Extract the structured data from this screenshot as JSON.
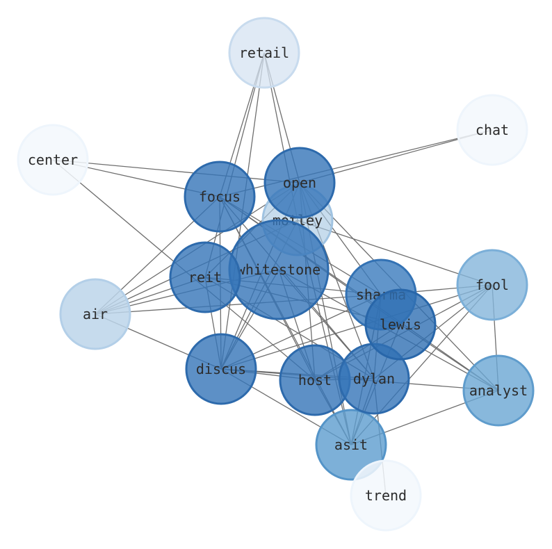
{
  "graph": {
    "nodes": [
      {
        "id": "retail",
        "label": "retail",
        "fill": "#d6e3f1",
        "stroke": "#c8dbee",
        "opacity": 0.75
      },
      {
        "id": "chat",
        "label": "chat",
        "fill": "#f3f8fd",
        "stroke": "#eef5fc",
        "opacity": 0.85
      },
      {
        "id": "center",
        "label": "center",
        "fill": "#f3f8fd",
        "stroke": "#eef5fc",
        "opacity": 0.85
      },
      {
        "id": "open",
        "label": "open",
        "fill": "#3474b8",
        "stroke": "#2d6aac",
        "opacity": 0.8
      },
      {
        "id": "focus",
        "label": "focus",
        "fill": "#3474b8",
        "stroke": "#2d6aac",
        "opacity": 0.8
      },
      {
        "id": "motley",
        "label": "motley",
        "fill": "#a9c9e4",
        "stroke": "#a0c3e1",
        "opacity": 0.65
      },
      {
        "id": "whitestone",
        "label": "whitestone",
        "fill": "#3474b8",
        "stroke": "#2d6aac",
        "opacity": 0.8
      },
      {
        "id": "reit",
        "label": "reit",
        "fill": "#3474b8",
        "stroke": "#2d6aac",
        "opacity": 0.8
      },
      {
        "id": "fool",
        "label": "fool",
        "fill": "#84b5db",
        "stroke": "#7bafd8",
        "opacity": 0.8
      },
      {
        "id": "air",
        "label": "air",
        "fill": "#bcd5ea",
        "stroke": "#b3cfe8",
        "opacity": 0.85
      },
      {
        "id": "sharma",
        "label": "sharma",
        "fill": "#3a7abd",
        "stroke": "#3372b4",
        "opacity": 0.8
      },
      {
        "id": "lewis",
        "label": "lewis",
        "fill": "#2f6fb3",
        "stroke": "#2866a9",
        "opacity": 0.8
      },
      {
        "id": "discus",
        "label": "discus",
        "fill": "#3474b8",
        "stroke": "#2d6aac",
        "opacity": 0.8
      },
      {
        "id": "host",
        "label": "host",
        "fill": "#3474b8",
        "stroke": "#2d6aac",
        "opacity": 0.8
      },
      {
        "id": "dylan",
        "label": "dylan",
        "fill": "#3474b8",
        "stroke": "#2d6aac",
        "opacity": 0.8
      },
      {
        "id": "analyst",
        "label": "analyst",
        "fill": "#6aa6d3",
        "stroke": "#5f9ccc",
        "opacity": 0.8
      },
      {
        "id": "asit",
        "label": "asit",
        "fill": "#5c9cce",
        "stroke": "#5494c8",
        "opacity": 0.8
      },
      {
        "id": "trend",
        "label": "trend",
        "fill": "#f3f8fd",
        "stroke": "#eef5fc",
        "opacity": 0.85
      }
    ],
    "edges": [
      [
        "retail",
        "focus"
      ],
      [
        "retail",
        "open"
      ],
      [
        "retail",
        "motley"
      ],
      [
        "retail",
        "reit"
      ],
      [
        "retail",
        "discus"
      ],
      [
        "chat",
        "focus"
      ],
      [
        "chat",
        "open"
      ],
      [
        "center",
        "open"
      ],
      [
        "center",
        "focus"
      ],
      [
        "center",
        "host"
      ],
      [
        "open",
        "air"
      ],
      [
        "open",
        "reit"
      ],
      [
        "open",
        "discus"
      ],
      [
        "open",
        "host"
      ],
      [
        "open",
        "dylan"
      ],
      [
        "open",
        "asit"
      ],
      [
        "open",
        "sharma"
      ],
      [
        "open",
        "analyst"
      ],
      [
        "focus",
        "air"
      ],
      [
        "focus",
        "discus"
      ],
      [
        "focus",
        "sharma"
      ],
      [
        "focus",
        "lewis"
      ],
      [
        "focus",
        "dylan"
      ],
      [
        "focus",
        "asit"
      ],
      [
        "focus",
        "analyst"
      ],
      [
        "focus",
        "host"
      ],
      [
        "motley",
        "fool"
      ],
      [
        "motley",
        "air"
      ],
      [
        "motley",
        "discus"
      ],
      [
        "motley",
        "asit"
      ],
      [
        "reit",
        "air"
      ],
      [
        "reit",
        "lewis"
      ],
      [
        "reit",
        "sharma"
      ],
      [
        "reit",
        "discus"
      ],
      [
        "reit",
        "dylan"
      ],
      [
        "whitestone",
        "air"
      ],
      [
        "whitestone",
        "host"
      ],
      [
        "whitestone",
        "dylan"
      ],
      [
        "whitestone",
        "analyst"
      ],
      [
        "whitestone",
        "discus"
      ],
      [
        "fool",
        "sharma"
      ],
      [
        "fool",
        "discus"
      ],
      [
        "fool",
        "dylan"
      ],
      [
        "fool",
        "asit"
      ],
      [
        "fool",
        "analyst"
      ],
      [
        "fool",
        "host"
      ],
      [
        "air",
        "discus"
      ],
      [
        "air",
        "sharma"
      ],
      [
        "sharma",
        "asit"
      ],
      [
        "sharma",
        "discus"
      ],
      [
        "sharma",
        "dylan"
      ],
      [
        "lewis",
        "asit"
      ],
      [
        "lewis",
        "host"
      ],
      [
        "lewis",
        "analyst"
      ],
      [
        "discus",
        "dylan"
      ],
      [
        "discus",
        "analyst"
      ],
      [
        "discus",
        "asit"
      ],
      [
        "discus",
        "host"
      ],
      [
        "host",
        "asit"
      ],
      [
        "host",
        "dylan"
      ],
      [
        "dylan",
        "asit"
      ],
      [
        "dylan",
        "trend"
      ],
      [
        "analyst",
        "asit"
      ]
    ]
  }
}
